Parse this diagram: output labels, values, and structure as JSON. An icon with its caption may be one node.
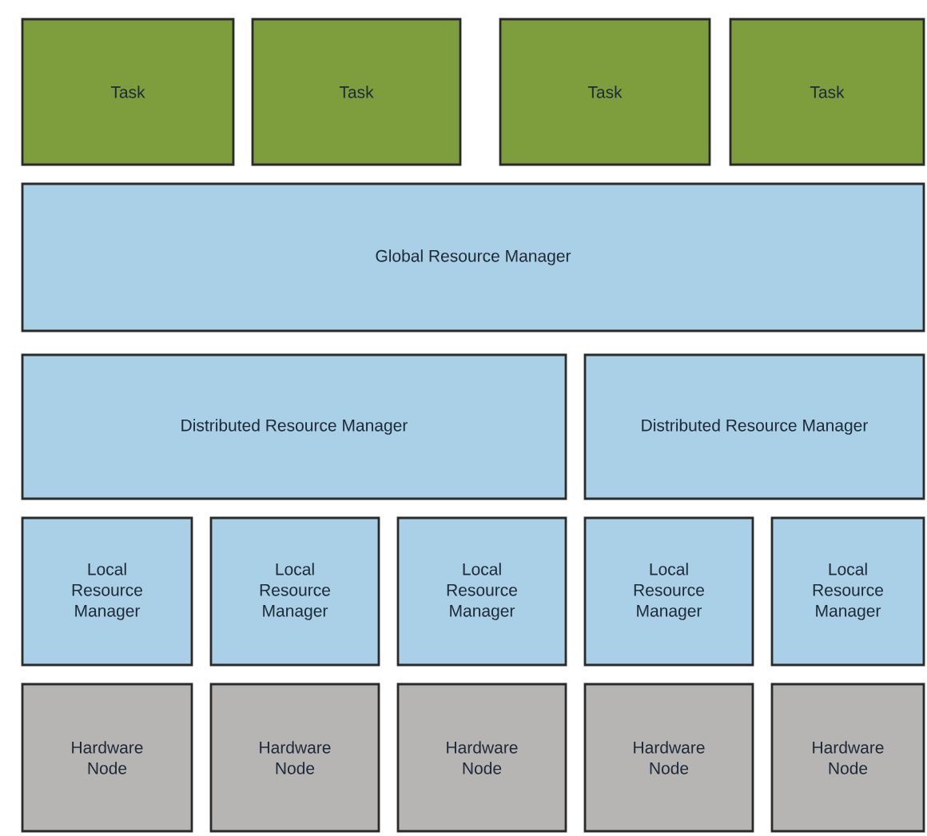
{
  "diagram": {
    "nodes": [
      {
        "text": [
          "Task"
        ]
      },
      {
        "text": [
          "Task"
        ]
      },
      {
        "text": [
          "Task"
        ]
      },
      {
        "text": [
          "Task"
        ]
      },
      {
        "text": [
          "Global Resource Manager"
        ]
      },
      {
        "text": [
          "Distributed Resource Manager"
        ]
      },
      {
        "text": [
          "Distributed Resource Manager"
        ]
      },
      {
        "text": [
          "Local Resource Manager"
        ]
      },
      {
        "text": [
          "Local Resource Manager"
        ]
      },
      {
        "text": [
          "Local Resource Manager"
        ]
      },
      {
        "text": [
          "Local Resource Manager"
        ]
      },
      {
        "text": [
          "Local Resource Manager"
        ]
      },
      {
        "text": [
          "Hardware Node"
        ]
      },
      {
        "text": [
          "Hardware Node"
        ]
      },
      {
        "text": [
          "Hardware Node"
        ]
      },
      {
        "text": [
          "Hardware Node"
        ]
      },
      {
        "text": [
          "Hardware Node"
        ]
      }
    ]
  }
}
